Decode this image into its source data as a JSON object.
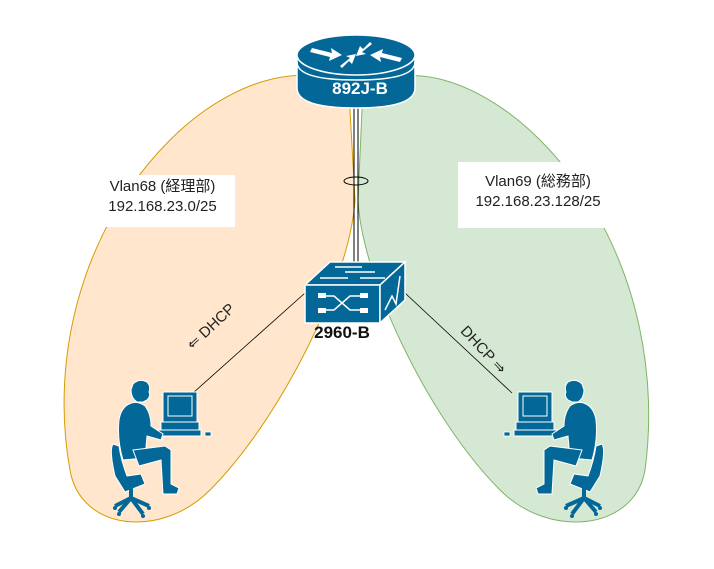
{
  "diagram": {
    "router": {
      "name": "892J-B",
      "icon": "router-icon"
    },
    "switch": {
      "name": "2960-B",
      "icon": "switch-icon"
    },
    "link": {
      "type": "trunk",
      "bundle_marker": "etherchannel-ellipse"
    },
    "vlans": [
      {
        "id": "vlan68",
        "title": "Vlan68 (経理部)",
        "subnet": "192.168.23.0/25",
        "fill": "#ffe6cc",
        "stroke": "#d79b00",
        "pc_icon": "user-workstation-icon",
        "dhcp_label": "⇐ DHCP"
      },
      {
        "id": "vlan69",
        "title": "Vlan69 (総務部)",
        "subnet": "192.168.23.128/25",
        "fill": "#d5e8d4",
        "stroke": "#82b366",
        "pc_icon": "user-workstation-icon",
        "dhcp_label": "DHCP ⇒"
      }
    ],
    "device_color": "#036897"
  }
}
